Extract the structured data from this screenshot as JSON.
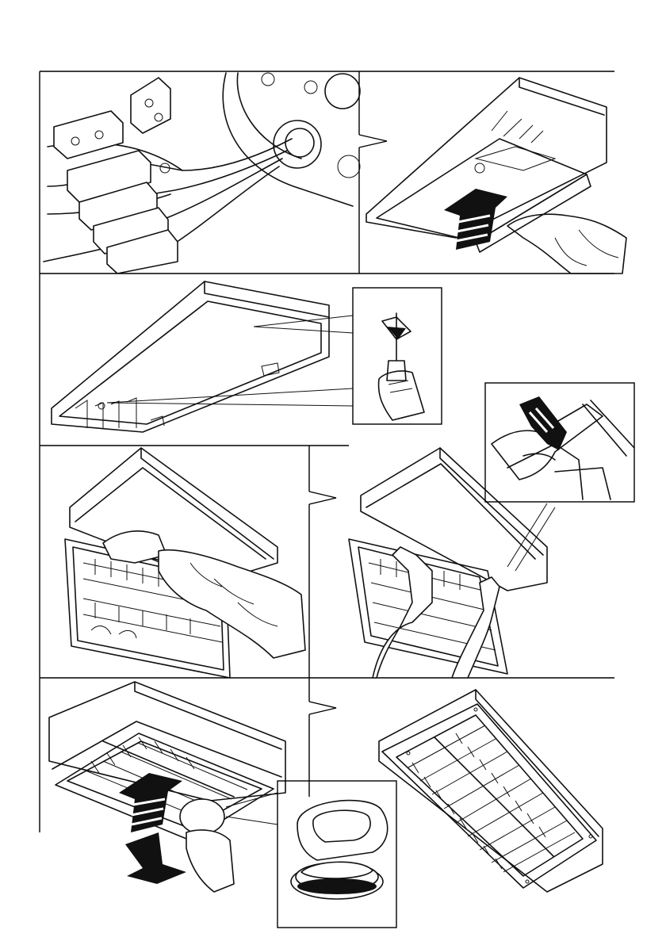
{
  "page": {
    "type": "installation-instruction-sheet",
    "text": "",
    "panels": [
      {
        "id": "wire-connection",
        "icon": "terminal-block-icon"
      },
      {
        "id": "close-gear-tray",
        "icon": "push-up-arrow-icon"
      },
      {
        "id": "screw-fixing",
        "icon": "screwdriver-icon"
      },
      {
        "id": "detach-diffuser",
        "icon": "hands-icon"
      },
      {
        "id": "release-clip",
        "icon": "clip-detail-icon"
      },
      {
        "id": "suction-lift-louvre",
        "icon": "suction-cup-icon"
      },
      {
        "id": "finished-luminaire",
        "icon": "louvre-icon"
      }
    ],
    "colors": {
      "ink": "#111111",
      "paper": "#ffffff"
    }
  }
}
